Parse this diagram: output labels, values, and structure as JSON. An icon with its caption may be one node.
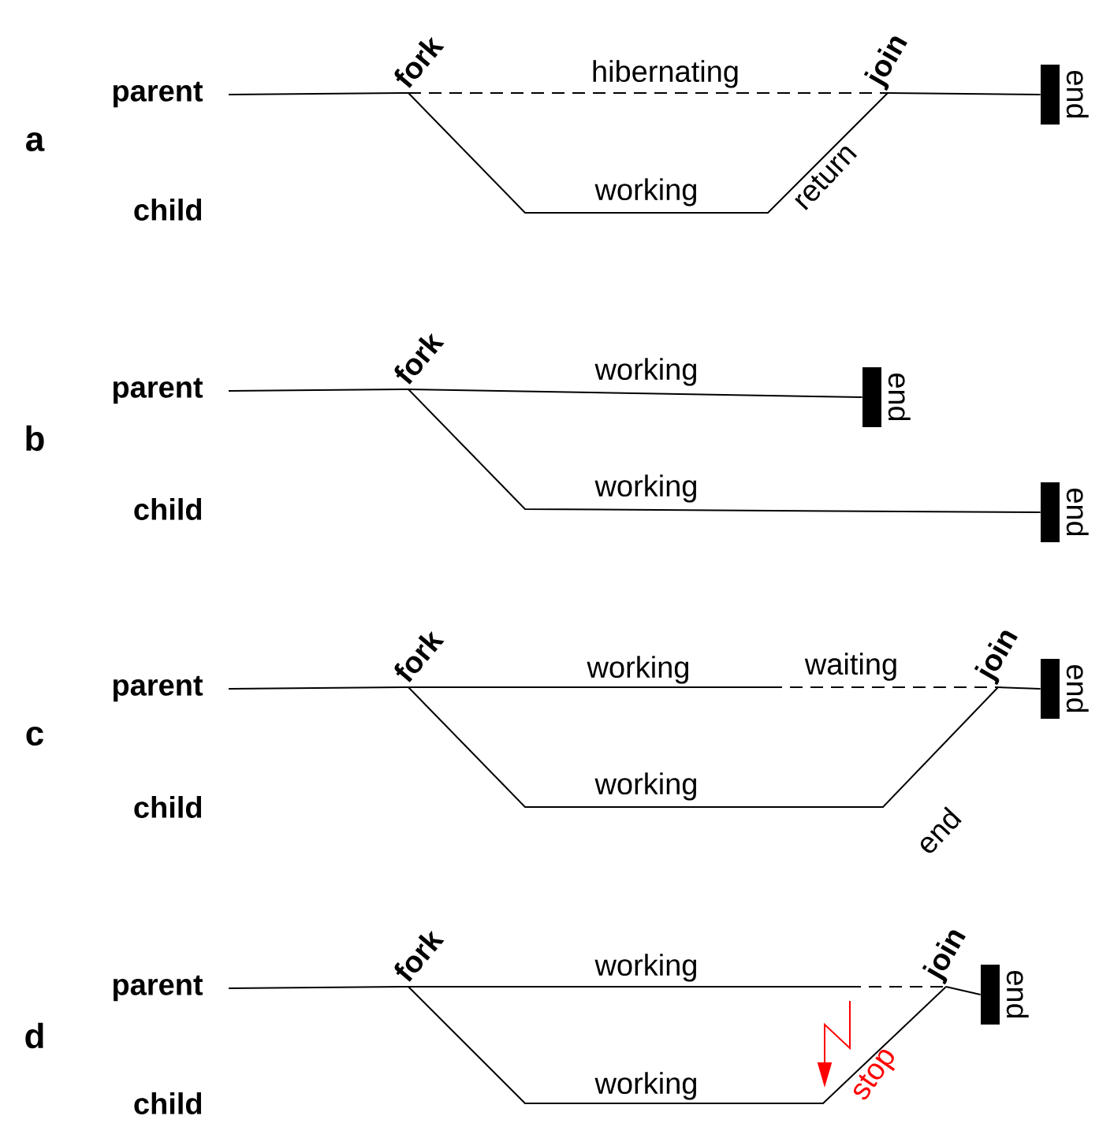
{
  "diagram": {
    "nodes": [
      {
        "text": [
          "fork"
        ]
      },
      {
        "text": [
          "join"
        ]
      },
      {
        "text": [
          "end"
        ]
      },
      {
        "text": [
          "fork"
        ]
      },
      {
        "text": [
          "end"
        ]
      },
      {
        "text": [
          "end"
        ]
      },
      {
        "text": [
          "fork"
        ]
      },
      {
        "text": [
          "join"
        ]
      },
      {
        "text": [
          "end"
        ]
      },
      {
        "text": [
          "fork"
        ]
      },
      {
        "text": [
          "join"
        ]
      },
      {
        "text": [
          "end"
        ]
      }
    ],
    "edges": [
      {
        "from": null,
        "to": 0,
        "arrow": "none"
      },
      {
        "from": 0,
        "to": 1,
        "arrow": "none",
        "label": "hibernating",
        "style": "dashed"
      },
      {
        "from": 1,
        "to": 2,
        "arrow": "none"
      },
      {
        "from": 0,
        "to": 1,
        "arrow": "none",
        "label": "working"
      },
      {
        "from": null,
        "to": 3,
        "arrow": "none"
      },
      {
        "from": 3,
        "to": 4,
        "arrow": "none",
        "label": "working"
      },
      {
        "from": 3,
        "to": 5,
        "arrow": "none",
        "label": "working"
      },
      {
        "from": null,
        "to": 6,
        "arrow": "none"
      },
      {
        "from": 6,
        "to": 7,
        "arrow": "none",
        "label": "working",
        "style": "dashed"
      },
      {
        "from": 7,
        "to": 8,
        "arrow": "none"
      },
      {
        "from": 6,
        "to": 7,
        "arrow": "none",
        "label": "working"
      },
      {
        "from": null,
        "to": 9,
        "arrow": "none"
      },
      {
        "from": 9,
        "to": 10,
        "arrow": "none",
        "label": "working",
        "style": "dashed"
      },
      {
        "from": 10,
        "to": 11,
        "arrow": "none"
      },
      {
        "from": 9,
        "to": 10,
        "arrow": "none",
        "label": "working"
      }
    ],
    "labels": [
      "a",
      "parent",
      "child",
      "return",
      "b",
      "parent",
      "child",
      "c",
      "parent",
      "child",
      "waiting",
      "end",
      "d",
      "parent",
      "child",
      "stop"
    ]
  }
}
